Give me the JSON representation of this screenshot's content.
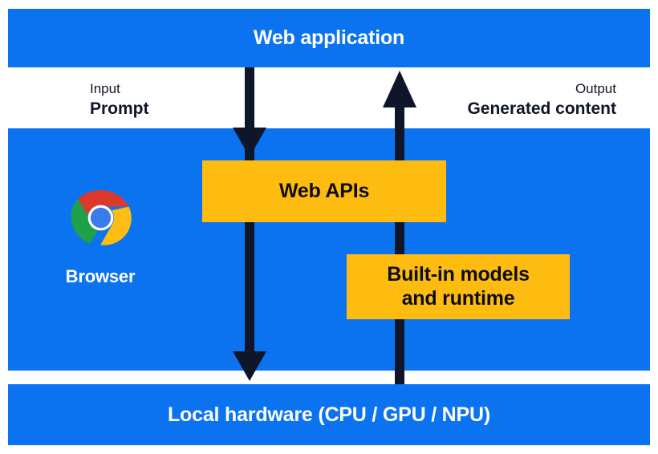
{
  "diagram": {
    "title": "Browser built-in AI architecture",
    "colors": {
      "blue": "#0B73F0",
      "yellow": "#FEBC11",
      "dark": "#101629",
      "white": "#FFFFFF"
    }
  },
  "bands": {
    "web_application": {
      "label": "Web application"
    },
    "browser": {
      "label": "Browser"
    },
    "local_hardware": {
      "label": "Local hardware (CPU / GPU / NPU)"
    }
  },
  "io": {
    "input": {
      "caption": "Input",
      "value": "Prompt"
    },
    "output": {
      "caption": "Output",
      "value": "Generated content"
    }
  },
  "boxes": {
    "web_apis": {
      "label": "Web APIs"
    },
    "builtin_models": {
      "line1": "Built-in models",
      "line2": "and runtime"
    }
  },
  "icons": {
    "chrome": "chrome-logo-icon",
    "arrow_down": "arrow-down-icon",
    "arrow_up": "arrow-up-icon"
  },
  "flow": {
    "down_arrow_label": "Prompt flows down from web application through Web APIs to local hardware",
    "up_arrow_label": "Generated content flows up from local hardware through built-in models to web application"
  }
}
